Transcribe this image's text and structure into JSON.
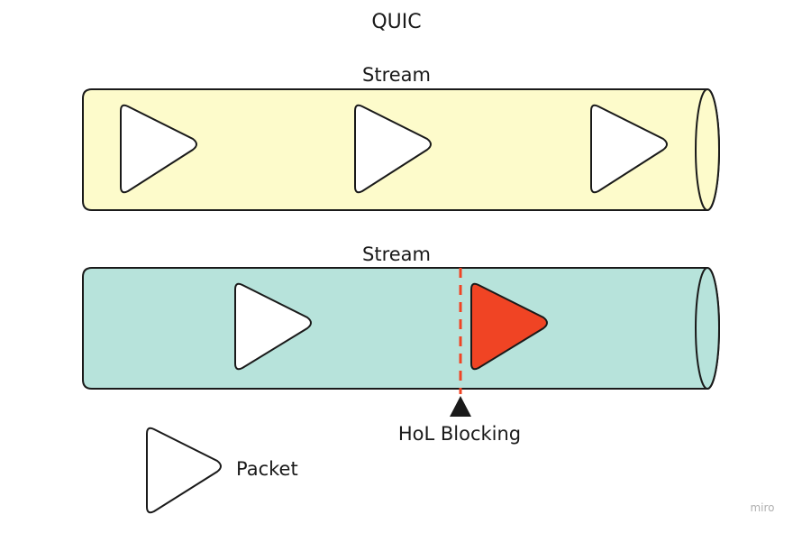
{
  "title": "QUIC",
  "streams": [
    {
      "label": "Stream",
      "fill": "#fdfbcb",
      "packets": [
        {
          "color": "#ffffff"
        },
        {
          "color": "#ffffff"
        },
        {
          "color": "#ffffff"
        }
      ]
    },
    {
      "label": "Stream",
      "fill": "#b7e3db",
      "packets": [
        {
          "color": "#ffffff"
        },
        {
          "color": "#f04424"
        }
      ],
      "blocking_marker_color": "#f04424"
    }
  ],
  "hol_label": "HoL Blocking",
  "legend": {
    "label": "Packet",
    "color": "#ffffff"
  },
  "watermark": "miro",
  "colors": {
    "stroke": "#1a1a1a",
    "arrow": "#1a1a1a"
  }
}
